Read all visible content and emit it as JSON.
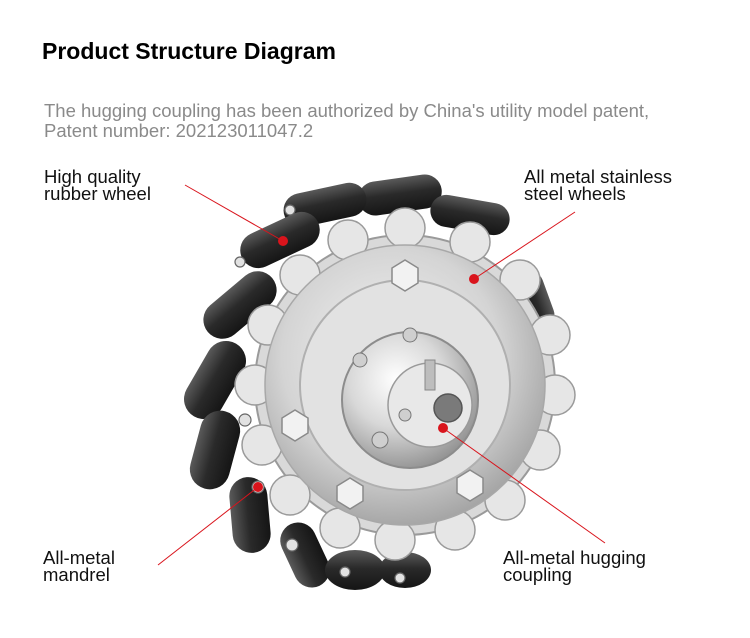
{
  "title": "Product Structure Diagram",
  "patent": {
    "line1": "The hugging coupling has been authorized by China's utility model patent,",
    "line2": "Patent number: 202123011047.2"
  },
  "labels": {
    "rubber_wheel": {
      "line1": "High quality",
      "line2": "rubber wheel"
    },
    "steel_wheels": {
      "line1": "All metal stainless",
      "line2": "steel wheels"
    },
    "mandrel": {
      "line1": "All-metal",
      "line2": "mandrel"
    },
    "coupling": {
      "line1": "All-metal hugging",
      "line2": "coupling"
    }
  },
  "colors": {
    "pointer": "#d9141c",
    "text": "#111111",
    "subtitle": "#8a8a8a"
  }
}
